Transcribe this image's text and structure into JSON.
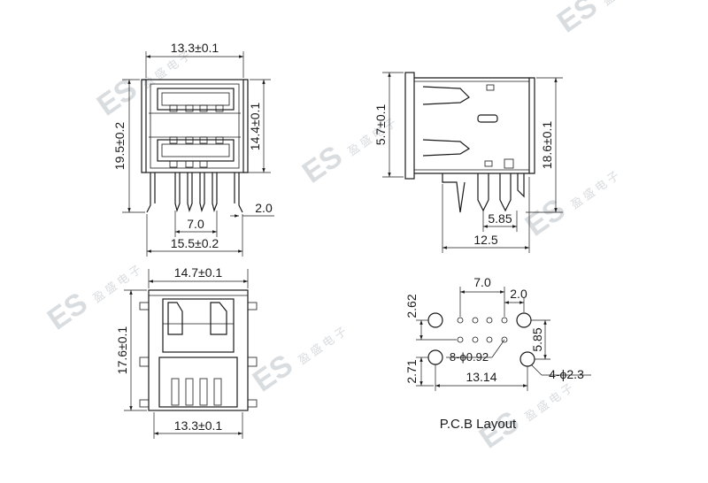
{
  "watermark": {
    "logo": "ES",
    "text": "盈 盛 电 子"
  },
  "top_view": {
    "width_top": "13.3±0.1",
    "height_left": "19.5±0.2",
    "height_right": "14.4±0.1",
    "pitch": "7.0",
    "offset": "2.0",
    "width_bottom": "15.5±0.2"
  },
  "side_view": {
    "height_left": "5.7±0.1",
    "height_right": "18.6±0.1",
    "pin_spacing": "5.85",
    "depth": "12.5"
  },
  "front_view": {
    "width_top": "14.7±0.1",
    "height_left": "17.6±0.1",
    "width_bottom": "13.3±0.1"
  },
  "pcb_layout": {
    "pitch": "7.0",
    "offset": "2.0",
    "height_top": "2.62",
    "row_spacing": "5.85",
    "height_bottom": "2.71",
    "hole_spec": "8-ϕ0.92",
    "mount_hole_spec": "4-ϕ2.3",
    "span": "13.14",
    "caption": "P.C.B Layout"
  }
}
